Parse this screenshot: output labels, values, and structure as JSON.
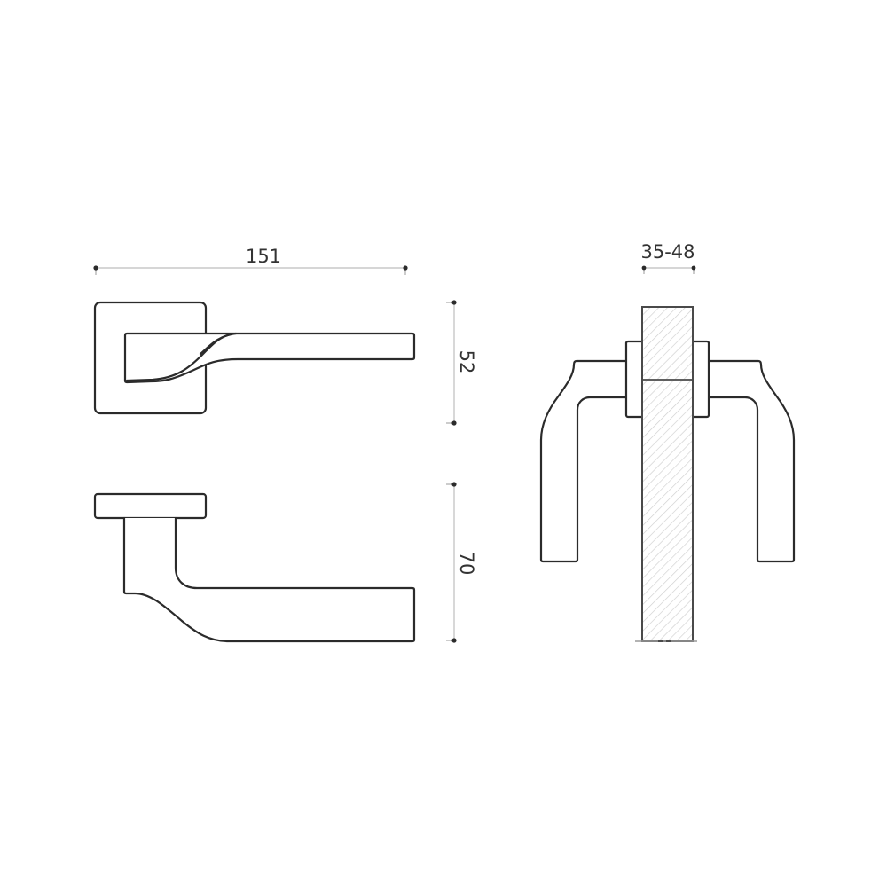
{
  "drawing": {
    "type": "technical-dimension-drawing",
    "subject": "door lever handle on square rose",
    "colors": {
      "outline": "#2b2b2b",
      "dimension_line": "#bdbdbd",
      "text": "#333333",
      "hatch": "#cfcfcf",
      "background": "#ffffff"
    }
  },
  "dimensions": {
    "overall_length": {
      "label": "151",
      "orientation": "horizontal"
    },
    "rose_height_front": {
      "label": "52",
      "orientation": "vertical"
    },
    "projection": {
      "label": "70",
      "orientation": "vertical"
    },
    "door_thickness": {
      "label": "35-48",
      "orientation": "horizontal"
    }
  },
  "views": [
    {
      "name": "front-view",
      "description": "lever on square rose, front elevation"
    },
    {
      "name": "top-view",
      "description": "lever projection from rose, plan view"
    },
    {
      "name": "section-view",
      "description": "pair of levers mounted through hatched door section"
    }
  ]
}
